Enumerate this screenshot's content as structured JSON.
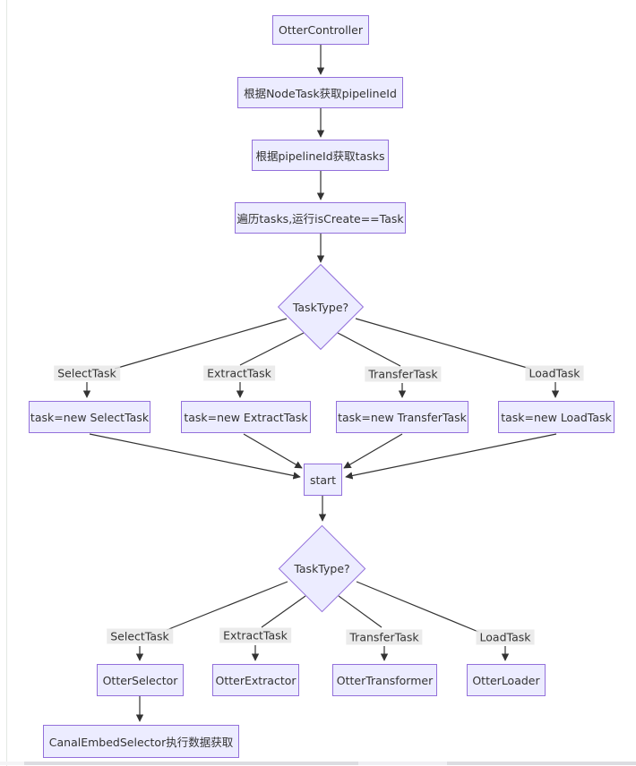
{
  "diagram": {
    "type": "flowchart",
    "direction": "top-down",
    "colors": {
      "node_fill": "#ECECFF",
      "node_border": "#9370DB",
      "edge": "#333333",
      "edge_label_bg": "#e8e8e8",
      "text": "#333333"
    },
    "nodes": {
      "otter_controller": "OtterController",
      "get_pipeline_id": "根据NodeTask获取pipelineId",
      "get_tasks": "根据pipelineId获取tasks",
      "iterate_tasks": "遍历tasks,运行isCreate==Task",
      "decision1": "TaskType?",
      "new_select_task": "task=new SelectTask",
      "new_extract_task": "task=new ExtractTask",
      "new_transfer_task": "task=new TransferTask",
      "new_load_task": "task=new LoadTask",
      "start": "start",
      "decision2": "TaskType?",
      "otter_selector": "OtterSelector",
      "otter_extractor": "OtterExtractor",
      "otter_transformer": "OtterTransformer",
      "otter_loader": "OtterLoader",
      "canal_embed_selector": "CanalEmbedSelector执行数据获取"
    },
    "edge_labels": {
      "d1_select": "SelectTask",
      "d1_extract": "ExtractTask",
      "d1_transfer": "TransferTask",
      "d1_load": "LoadTask",
      "d2_select": "SelectTask",
      "d2_extract": "ExtractTask",
      "d2_transfer": "TransferTask",
      "d2_load": "LoadTask"
    }
  }
}
